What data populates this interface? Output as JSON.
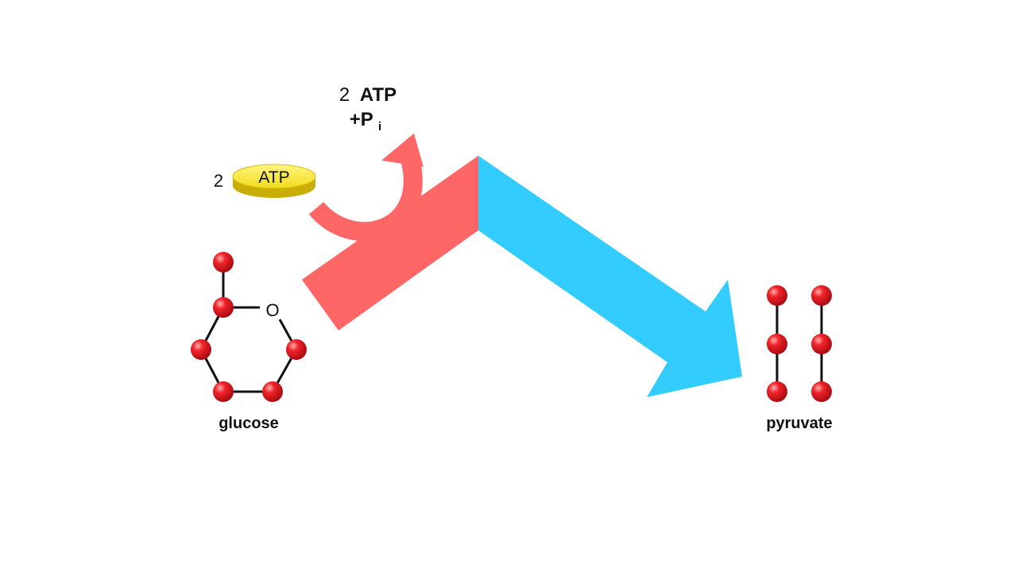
{
  "diagram": {
    "reactant": {
      "label": "glucose",
      "ring_atom_label": "O"
    },
    "product": {
      "label": "pyruvate"
    },
    "investment": {
      "input_coefficient": "2",
      "input_molecule": "ATP",
      "output_coefficient": "2",
      "output_molecule": "ATP",
      "output_phosphate": "+P",
      "output_phosphate_subscript": "i"
    }
  },
  "colors": {
    "investment_arrow": "#ff6666",
    "payoff_arrow": "#33ccff",
    "atom_fill": "#e8141c",
    "atp_token": "#f2e021",
    "bond": "#111111"
  }
}
